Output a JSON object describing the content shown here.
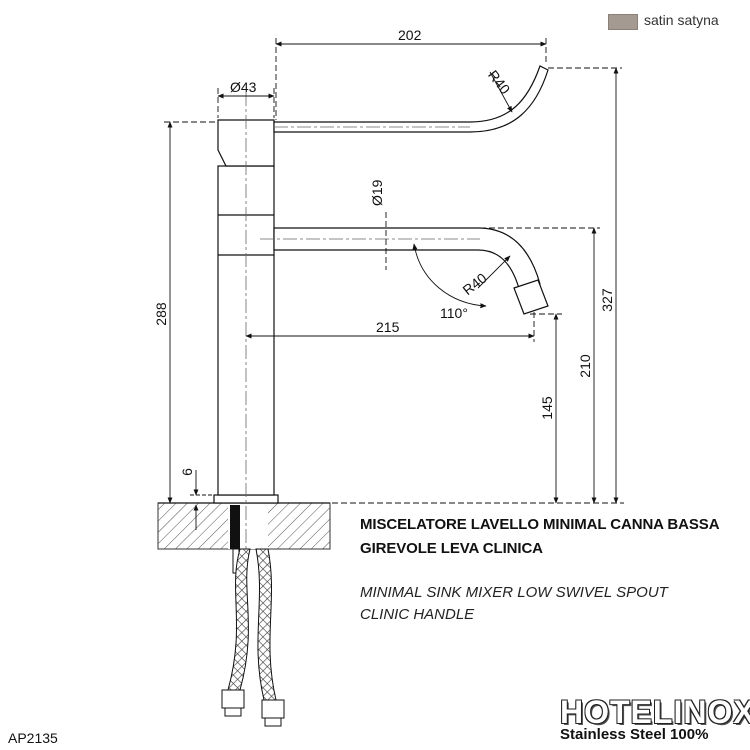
{
  "legend": {
    "finish_label": "satin satyna",
    "swatch_color": "#a59a91"
  },
  "title": {
    "line1": "MISCELATORE LAVELLO MINIMAL CANNA BASSA",
    "line2": "GIREVOLE LEVA CLINICA"
  },
  "subtitle": {
    "line1": "MINIMAL SINK MIXER LOW SWIVEL SPOUT",
    "line2": "CLINIC HANDLE"
  },
  "product_code": "AP2135",
  "brand": {
    "name": "HOTELINOX",
    "tagline": "Stainless Steel 100%"
  },
  "dimensions": {
    "lever_reach": "202",
    "body_diameter": "Ø43",
    "lever_radius": "R40",
    "spout_diameter": "Ø19",
    "spout_radius": "R40",
    "spout_angle": "110°",
    "spout_reach": "215",
    "total_height": "327",
    "body_height": "288",
    "spout_height": "210",
    "outlet_height": "145",
    "base_thickness": "6"
  }
}
